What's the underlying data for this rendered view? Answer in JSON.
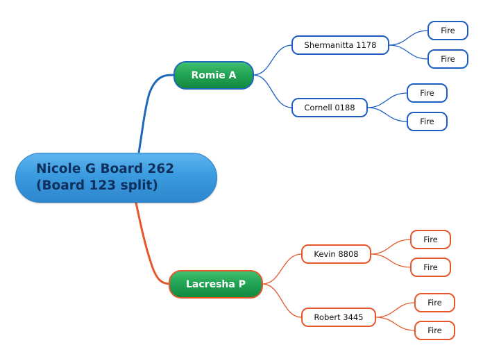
{
  "root": {
    "label": "Nicole G Board 262\n(Board 123 split)"
  },
  "branches": [
    {
      "label": "Romie A",
      "color": "#1f67b8",
      "children": [
        {
          "label": "Shermanitta 1178",
          "children": [
            {
              "label": "Fire"
            },
            {
              "label": "Fire"
            }
          ]
        },
        {
          "label": "Cornell 0188",
          "children": [
            {
              "label": "Fire"
            },
            {
              "label": "Fire"
            }
          ]
        }
      ]
    },
    {
      "label": "Lacresha P",
      "color": "#e5572a",
      "children": [
        {
          "label": "Kevin 8808",
          "children": [
            {
              "label": "Fire"
            },
            {
              "label": "Fire"
            }
          ]
        },
        {
          "label": "Robert 3445",
          "children": [
            {
              "label": "Fire"
            },
            {
              "label": "Fire"
            }
          ]
        }
      ]
    }
  ],
  "colors": {
    "root_fill": "#3a9be0",
    "root_text": "#0f2f5c",
    "branch_fill": "#1fa253",
    "blue_line": "#1d5ec4",
    "orange_line": "#e5572a"
  }
}
